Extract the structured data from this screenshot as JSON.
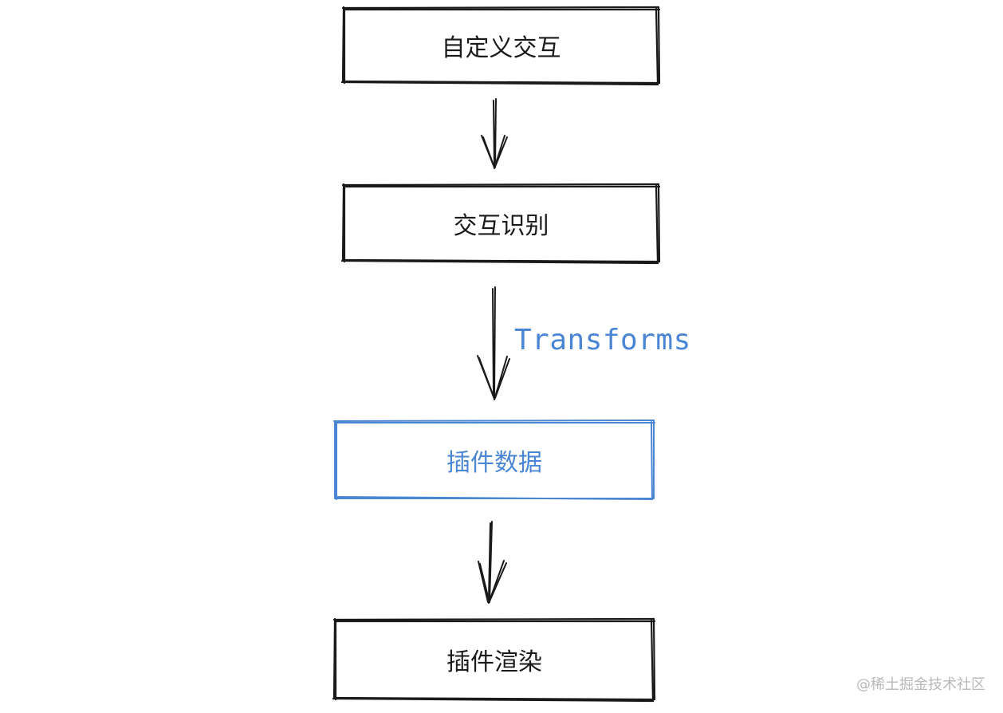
{
  "nodes": [
    {
      "label": "自定义交互",
      "stroke": "#1a1a1a"
    },
    {
      "label": "交互识别",
      "stroke": "#1a1a1a"
    },
    {
      "label": "插件数据",
      "stroke": "#4a86d4"
    },
    {
      "label": "插件渲染",
      "stroke": "#1a1a1a"
    }
  ],
  "edges": [
    {
      "from": "自定义交互",
      "to": "交互识别",
      "label": ""
    },
    {
      "from": "交互识别",
      "to": "插件数据",
      "label": "Transforms"
    },
    {
      "from": "插件数据",
      "to": "插件渲染",
      "label": ""
    }
  ],
  "watermark": "@稀土掘金技术社区"
}
